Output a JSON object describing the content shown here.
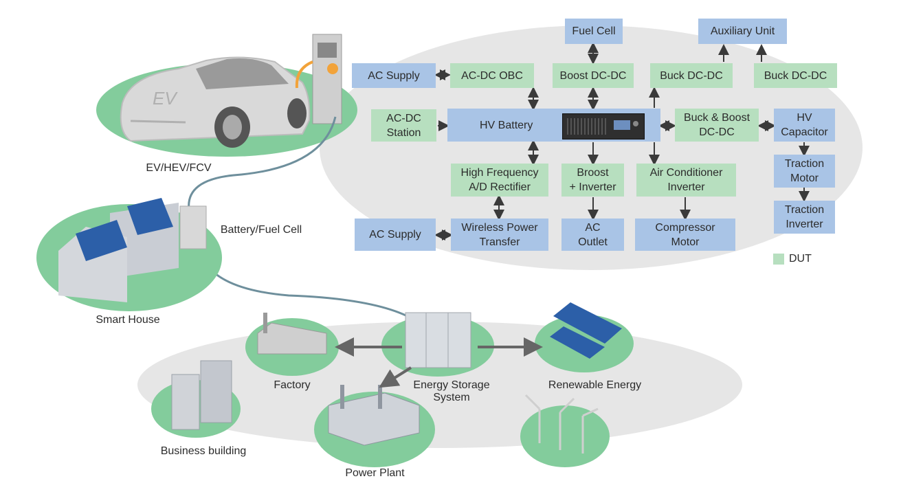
{
  "colors": {
    "tested_block": "#b7dfbf",
    "system_block": "#a9c4e6",
    "platform": "#83cc9c",
    "cloud": "#e6e6e6",
    "arrow": "#3a3a3a"
  },
  "blocks": {
    "fuel_cell": "Fuel Cell",
    "auxiliary_unit": "Auxiliary Unit",
    "ac_supply_top": "AC Supply",
    "ac_dc_obc": "AC-DC OBC",
    "boost_dc_dc": "Boost DC-DC",
    "buck_dc_dc_1": "Buck DC-DC",
    "buck_dc_dc_2": "Buck DC-DC",
    "ac_dc_station": "AC-DC\nStation",
    "hv_battery": "HV Battery",
    "buck_boost": "Buck & Boost\nDC-DC",
    "hv_capacitor": "HV\nCapacitor",
    "hf_rectifier": "High Frequency\nA/D Rectifier",
    "boost_inverter": "Broost\n+ Inverter",
    "ac_inverter": "Air Conditioner\nInverter",
    "traction_motor": "Traction\nMotor",
    "traction_inverter": "Traction\nInverter",
    "ac_supply_bottom": "AC Supply",
    "wireless_power": "Wireless Power\nTransfer",
    "ac_outlet": "AC\nOutlet",
    "compressor_motor": "Compressor\nMotor"
  },
  "legend": {
    "dut": "DUT"
  },
  "ev_badge": "EV",
  "labels": {
    "ev": "EV/HEV/FCV",
    "battery_fuel_cell": "Battery/Fuel Cell",
    "smart_house": "Smart House",
    "factory": "Factory",
    "energy_storage": "Energy Storage\nSystem",
    "renewable": "Renewable Energy",
    "business": "Business building",
    "power_plant": "Power Plant"
  }
}
